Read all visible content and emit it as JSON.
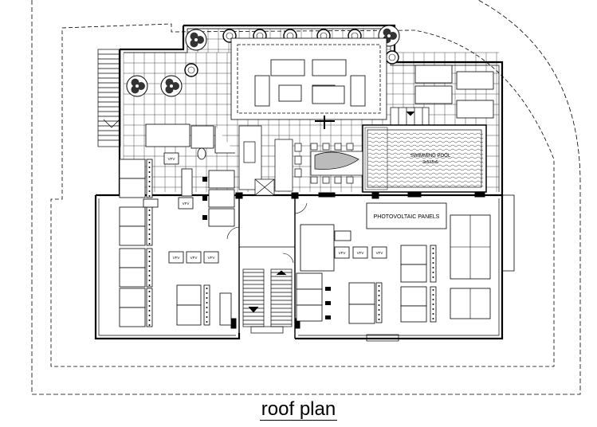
{
  "drawing": {
    "title": "roof plan",
    "pool_label": "SWIMMING POOL",
    "pool_size": "3x5X5x5",
    "pv_label": "PHOTOVOLTAIC PANELS",
    "unit_label": "VFV"
  }
}
